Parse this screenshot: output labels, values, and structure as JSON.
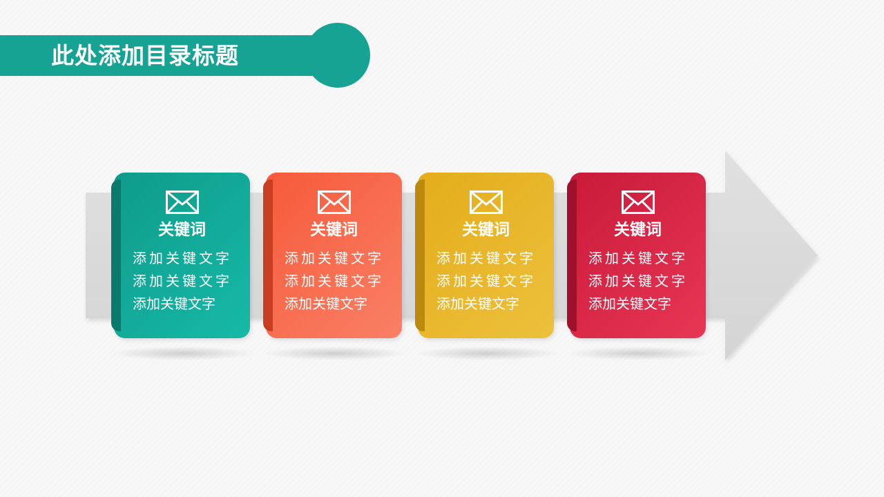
{
  "title": "此处添加目录标题",
  "colors": {
    "title_bg": "#17a394",
    "arrow": "#dcdcdc"
  },
  "cards": [
    {
      "icon": "envelope-icon",
      "keyword": "关键词",
      "lines": [
        "添加关键文字",
        "添加关键文字",
        "添加关键文字"
      ],
      "color_start": "#0f9b8b",
      "color_end": "#16b9a6",
      "fold_color": "#0a7a6d"
    },
    {
      "icon": "envelope-icon",
      "keyword": "关键词",
      "lines": [
        "添加关键文字",
        "添加关键文字",
        "添加关键文字"
      ],
      "color_start": "#f65a3a",
      "color_end": "#f98066",
      "fold_color": "#c93d20"
    },
    {
      "icon": "envelope-icon",
      "keyword": "关键词",
      "lines": [
        "添加关键文字",
        "添加关键文字",
        "添加关键文字"
      ],
      "color_start": "#e3ad1a",
      "color_end": "#edc03c",
      "fold_color": "#bb8a0c"
    },
    {
      "icon": "envelope-icon",
      "keyword": "关键词",
      "lines": [
        "添加关键文字",
        "添加关键文字",
        "添加关键文字"
      ],
      "color_start": "#c91a3a",
      "color_end": "#e83655",
      "fold_color": "#a0102b"
    }
  ]
}
